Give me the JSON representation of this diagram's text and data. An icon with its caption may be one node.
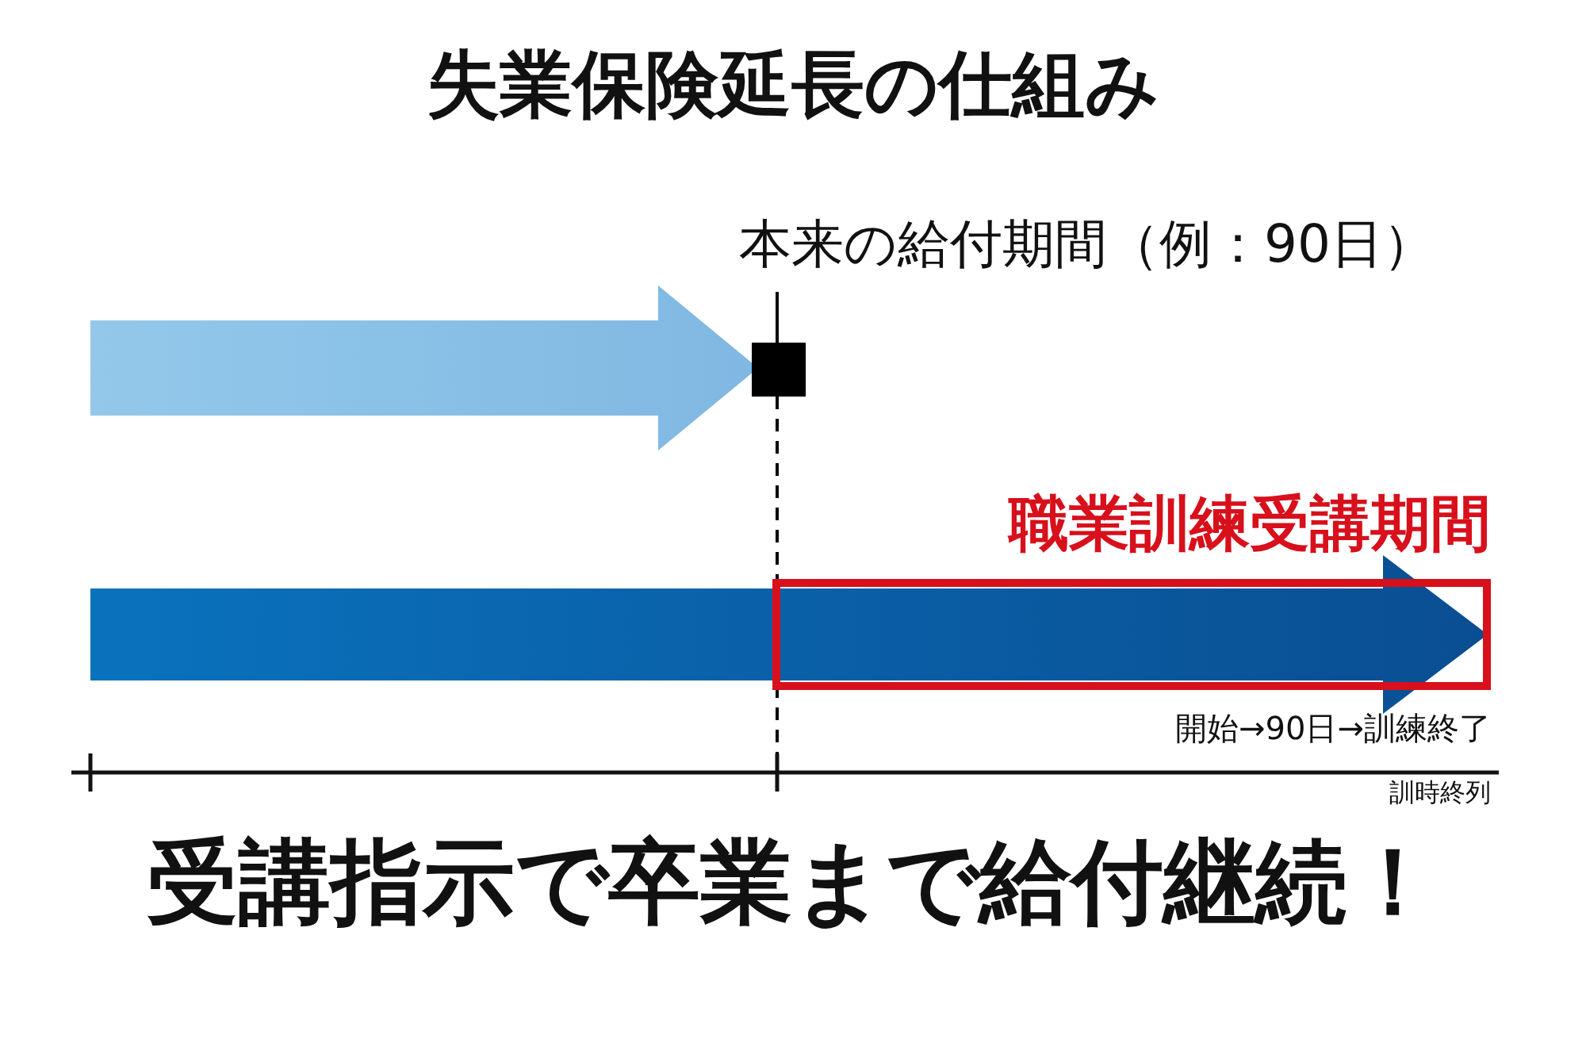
{
  "diagram": {
    "title": "失業保険延長の仕組み",
    "caption": "受講指示で卒業まで給付継続！",
    "nodes": [
      {
        "text": [
          "職業訓練受講期間"
        ]
      }
    ],
    "labels": [
      "本来の給付期間（例：90日）",
      "開始→90日→訓練終了",
      "訓時終列"
    ]
  }
}
